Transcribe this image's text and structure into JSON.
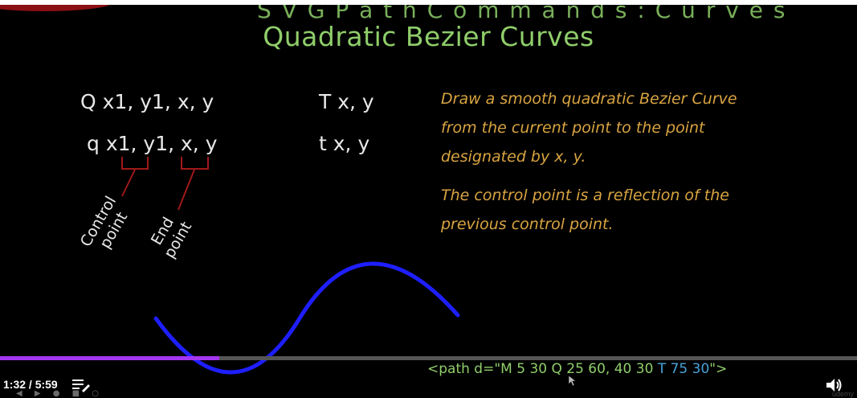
{
  "slide": {
    "top_cut_text": "S V G   P a t h   C o m m a n d s :   C u r v e s",
    "title": "Quadratic Bezier Curves",
    "syntax_Q": "Q x1, y1, x, y",
    "syntax_q": "q x1, y1, x, y",
    "syntax_T": "T x, y",
    "syntax_t": "t x, y",
    "label_control_line1": "Control",
    "label_control_line2": "point",
    "label_end_line1": "End",
    "label_end_line2": "point",
    "desc_line1": "Draw a smooth quadratic Bezier Curve",
    "desc_line2": "from the current point to the point",
    "desc_line3": "designated by x, y.",
    "desc_line4": "The control point is a reflection of the",
    "desc_line5": "previous control point.",
    "code_prefix": "<path d=\"M 5 30 Q 25 60, 40 30 ",
    "code_t": "T 75 30",
    "code_suffix": "\">"
  },
  "player": {
    "time_display": "1:32 / 5:59",
    "progress_fraction": 0.256,
    "buffered_fraction": 0.243,
    "transcript_icon": "transcript-list-icon",
    "volume_icon": "volume-icon",
    "watermark": "udemy"
  },
  "colors": {
    "title_green": "#8fce6a",
    "desc_gold": "#d9a441",
    "curve_blue": "#1e1eff",
    "bracket_red": "#a01818",
    "progress_purple": "#a435f0",
    "code_t_blue": "#4aa3d8"
  }
}
